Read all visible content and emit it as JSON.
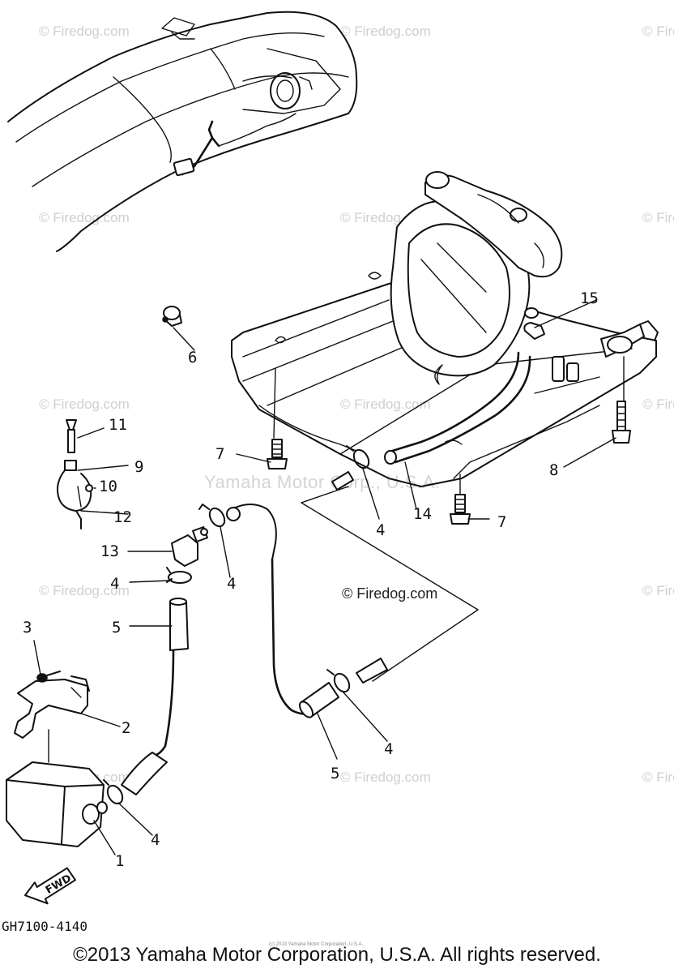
{
  "diagram": {
    "callouts": [
      "1",
      "2",
      "3",
      "4",
      "4",
      "4",
      "4",
      "4",
      "5",
      "5",
      "6",
      "7",
      "7",
      "8",
      "9",
      "10",
      "11",
      "12",
      "13",
      "14",
      "15"
    ],
    "fwd_label": "FWD",
    "drawing_code": "GH7100-4140",
    "footer_copyright": "©2013 Yamaha Motor Corporation, U.S.A. All rights reserved.",
    "footer_small": "(c) 2013 Yamaha Motor Corporation, U.S.A.",
    "center_watermark": "Yamaha Motor Corp., U.S.A.",
    "firedog_watermark": "© Firedog.com",
    "firedog_dark": "© Firedog.com"
  },
  "colors": {
    "ink": "#111111",
    "watermark": "#cfcfcf",
    "background": "#ffffff"
  }
}
